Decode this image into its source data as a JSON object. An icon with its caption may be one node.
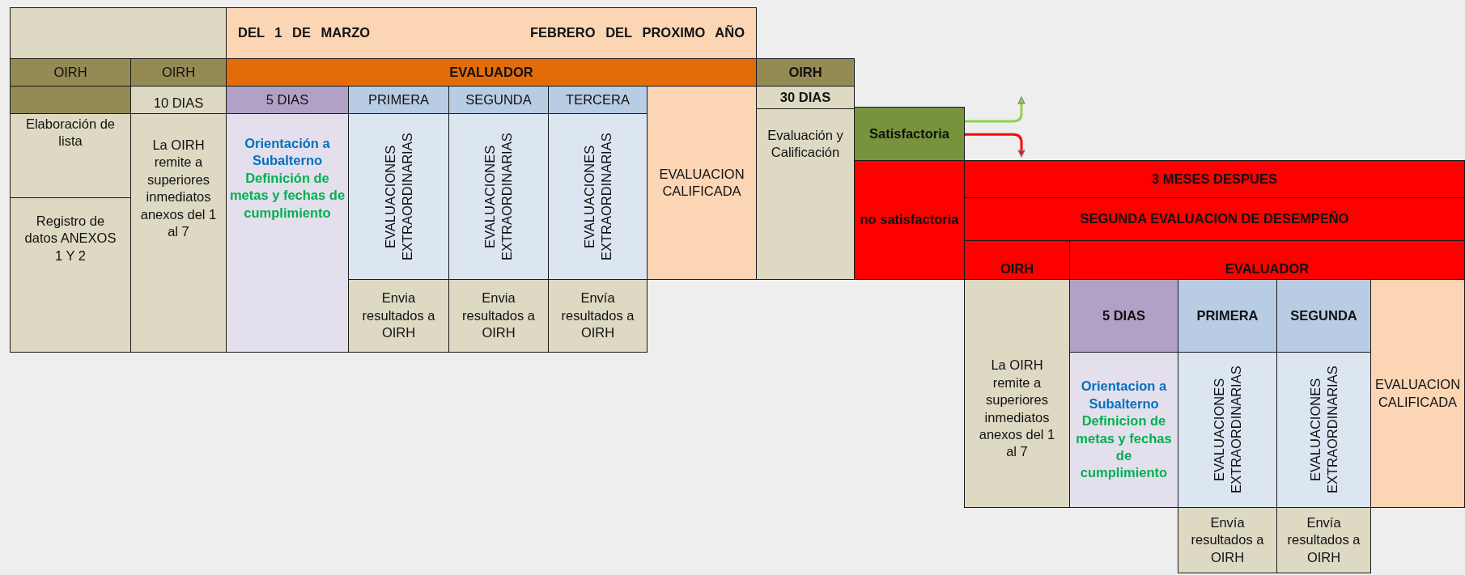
{
  "diagram": {
    "nodes": [
      {
        "text": [],
        "shape": "box"
      },
      {
        "text": [
          "DEL 1 DE MARZO",
          "FEBRERO DEL PROXIMO AÑO"
        ]
      },
      {
        "text": [
          "OIRH"
        ]
      },
      {
        "text": [
          "OIRH"
        ]
      },
      {
        "text": [
          "EVALUADOR"
        ]
      },
      {
        "text": [
          "OIRH"
        ]
      },
      {
        "text": [],
        "shape": "box"
      },
      {
        "text": [
          "10 DIAS"
        ]
      },
      {
        "text": [
          "5 DIAS"
        ]
      },
      {
        "text": [
          "PRIMERA"
        ]
      },
      {
        "text": [
          "SEGUNDA"
        ]
      },
      {
        "text": [
          "TERCERA"
        ]
      },
      {
        "text": [
          "EVALUACION CALIFICADA"
        ]
      },
      {
        "text": [
          "30 DIAS"
        ]
      },
      {
        "text": [
          "Elaboración de lista"
        ]
      },
      {
        "text": [
          "La OIRH remite a superiores inmediatos anexos del 1 al 7"
        ]
      },
      {
        "text": [
          "Orientación a Subalterno",
          "Definición de metas y fechas de cumplimiento"
        ]
      },
      {
        "text": [
          "EVALUACIONES EXTRAORDINARIAS"
        ]
      },
      {
        "text": [
          "EVALUACIONES EXTRAORDINARIAS"
        ]
      },
      {
        "text": [
          "EVALUACIONES EXTRAORDINARIAS"
        ]
      },
      {
        "text": [
          "Evaluación y Calificación"
        ]
      },
      {
        "text": [
          "Satisfactoria"
        ]
      },
      {
        "text": [
          "Registro de datos ANEXOS 1 Y 2"
        ]
      },
      {
        "text": [
          "no satisfactoria"
        ]
      },
      {
        "text": [
          "3 MESES DESPUES"
        ]
      },
      {
        "text": [
          "SEGUNDA EVALUACION DE DESEMPEÑO"
        ]
      },
      {
        "text": [
          "OIRH"
        ]
      },
      {
        "text": [
          "EVALUADOR"
        ]
      },
      {
        "text": [
          "Envia resultados a OIRH"
        ]
      },
      {
        "text": [
          "Envia resultados a OIRH"
        ]
      },
      {
        "text": [
          "Envía resultados a OIRH"
        ]
      },
      {
        "text": [
          "La OIRH remite a superiores inmediatos anexos del 1 al 7"
        ]
      },
      {
        "text": [
          "5 DIAS"
        ]
      },
      {
        "text": [
          "PRIMERA"
        ]
      },
      {
        "text": [
          "SEGUNDA"
        ]
      },
      {
        "text": [
          "EVALUACION CALIFICADA"
        ]
      },
      {
        "text": [
          "Orientacion a Subalterno",
          "Definicion de metas y fechas de cumplimiento"
        ]
      },
      {
        "text": [
          "EVALUACIONES EXTRAORDINARIAS"
        ]
      },
      {
        "text": [
          "EVALUACIONES EXTRAORDINARIAS"
        ]
      },
      {
        "text": [
          "Envía resultados a OIRH"
        ]
      },
      {
        "text": [
          "Envía resultados a OIRH"
        ]
      }
    ],
    "edges": [
      {
        "from": 21,
        "to": null,
        "arrow": "to",
        "color": "#92d050"
      },
      {
        "from": 21,
        "to": 24,
        "arrow": "to",
        "color": "#ff0000"
      }
    ]
  }
}
